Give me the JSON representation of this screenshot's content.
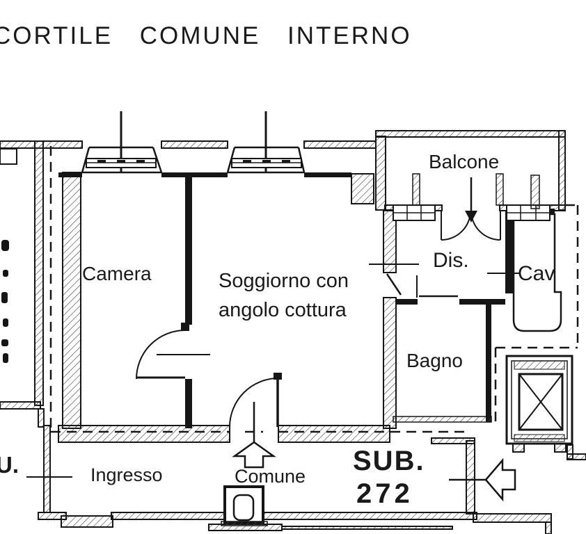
{
  "title": "CORTILE COMUNE INTERNO",
  "rooms": {
    "camera": "Camera",
    "soggiorno_line1": "Soggiorno con",
    "soggiorno_line2": "angolo cottura",
    "balcone": "Balcone",
    "dis": "Dis.",
    "cav": "Cav",
    "bagno": "Bagno",
    "ingresso": "Ingresso",
    "comune": "Comune"
  },
  "annotations": {
    "sub_label": "SUB.",
    "sub_number": "272",
    "edge_text": "U."
  },
  "colors": {
    "ink": "#1a1a1a",
    "paper": "#ffffff"
  }
}
